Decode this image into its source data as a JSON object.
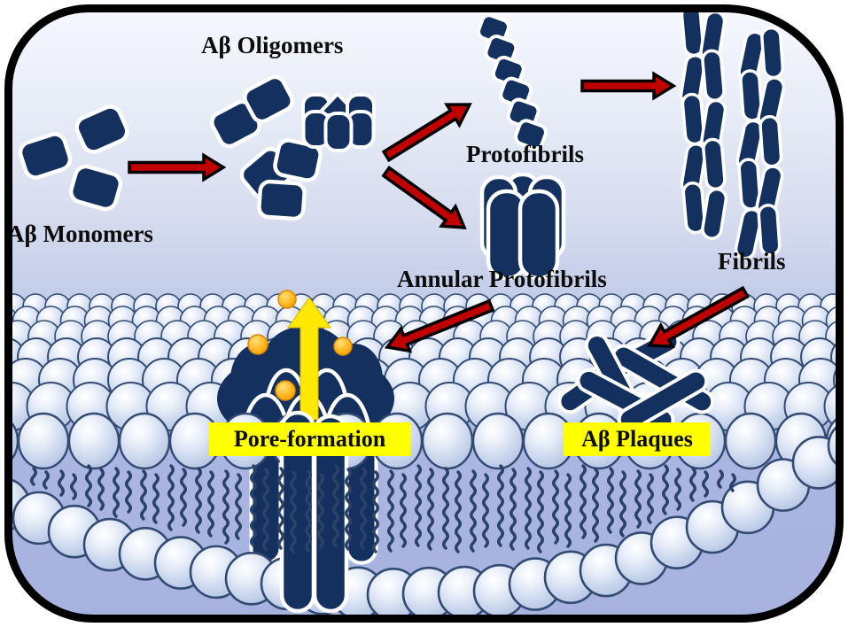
{
  "labels": {
    "monomers": "Aβ Monomers",
    "oligomers": "Aβ Oligomers",
    "protofibrils": "Protofibrils",
    "annular_protofibrils": "Annular Protofibrils",
    "fibrils": "Fibrils",
    "pore_formation": "Pore-formation",
    "plaques": "Aβ Plaques"
  },
  "colors": {
    "aggregate_navy": "#14305e",
    "outline_white": "#ffffff",
    "arrow_red": "#c00000",
    "arrow_outline": "#000000",
    "label_yellow_bg": "#ffff00",
    "ion_gold": "#ffaa00",
    "pore_arrow_yellow": "#ffe903",
    "lipid_head_light": "#cbd8ee",
    "lipid_outline": "#334a72",
    "lipid_tail": "#2a4168",
    "background_top": "#f5f7fc",
    "background_bottom": "#aab5e1",
    "frame_border": "#000000"
  }
}
